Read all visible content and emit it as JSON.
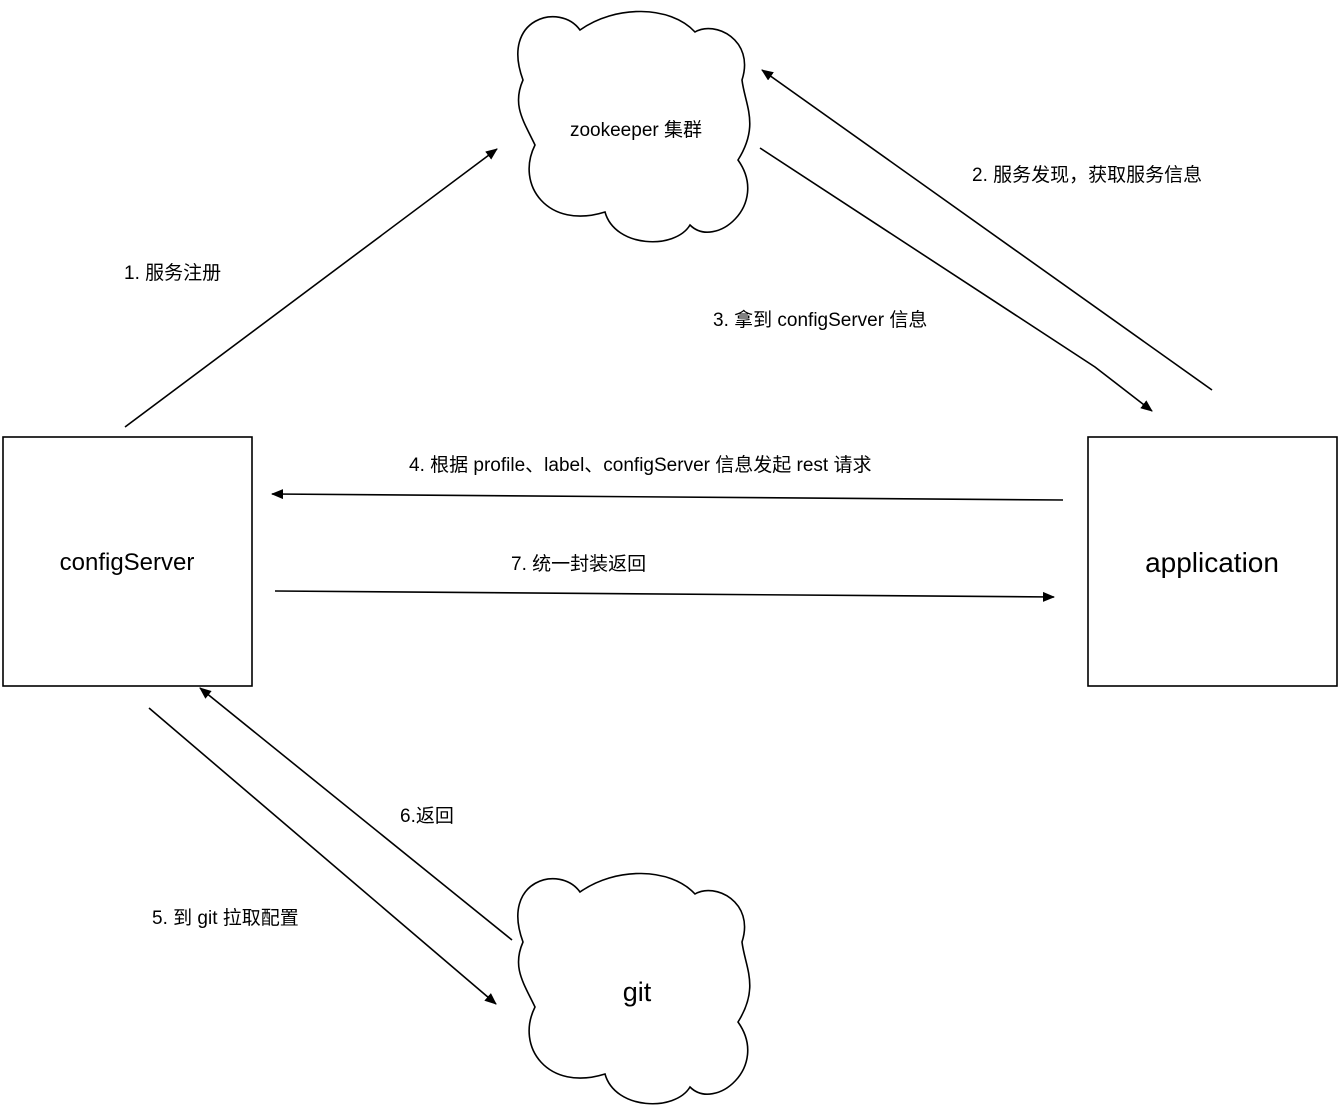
{
  "nodes": {
    "zookeeper": {
      "label": "zookeeper 集群",
      "shape": "cloud"
    },
    "config_server": {
      "label": "configServer",
      "shape": "rectangle"
    },
    "application": {
      "label": "application",
      "shape": "rectangle"
    },
    "git": {
      "label": "git",
      "shape": "cloud"
    }
  },
  "edges": [
    {
      "id": "e1",
      "from": "configServer",
      "to": "zookeeper 集群",
      "label": "1. 服务注册"
    },
    {
      "id": "e2",
      "from": "application",
      "to": "zookeeper 集群",
      "label": "2. 服务发现，获取服务信息"
    },
    {
      "id": "e3",
      "from": "zookeeper 集群",
      "to": "application",
      "label": "3. 拿到 configServer 信息"
    },
    {
      "id": "e4",
      "from": "application",
      "to": "configServer",
      "label": "4. 根据 profile、label、configServer 信息发起 rest 请求"
    },
    {
      "id": "e5",
      "from": "configServer",
      "to": "git",
      "label": "5.  到 git 拉取配置"
    },
    {
      "id": "e6",
      "from": "git",
      "to": "configServer",
      "label": "6.返回"
    },
    {
      "id": "e7",
      "from": "configServer",
      "to": "application",
      "label": "7. 统一封装返回"
    }
  ]
}
